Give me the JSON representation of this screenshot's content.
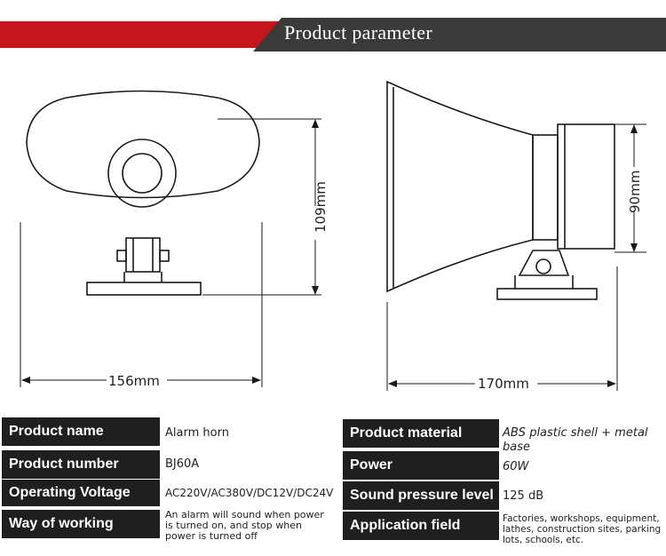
{
  "header": {
    "title": "Product parameter"
  },
  "dimensions": {
    "width_left": "156mm",
    "height_left": "109mm",
    "width_right": "170mm",
    "height_right": "90mm"
  },
  "specs_left": [
    {
      "label": "Product name",
      "value": "Alarm horn"
    },
    {
      "label": "Product number",
      "value": "BJ60A"
    },
    {
      "label": "Operating Voltage",
      "value": "AC220V/AC380V/DC12V/DC24V"
    },
    {
      "label": "Way of working",
      "value": "An alarm will sound when power is turned on, and stop when power is turned off"
    }
  ],
  "specs_right": [
    {
      "label": "Product material",
      "value": "ABS plastic shell + metal base"
    },
    {
      "label": "Power",
      "value": "60W"
    },
    {
      "label": "Sound pressure level",
      "value": "125 dB"
    },
    {
      "label": "Application field",
      "value": "Factories, workshops, equipment, lathes, construction sites, parking lots, schools, etc."
    }
  ]
}
